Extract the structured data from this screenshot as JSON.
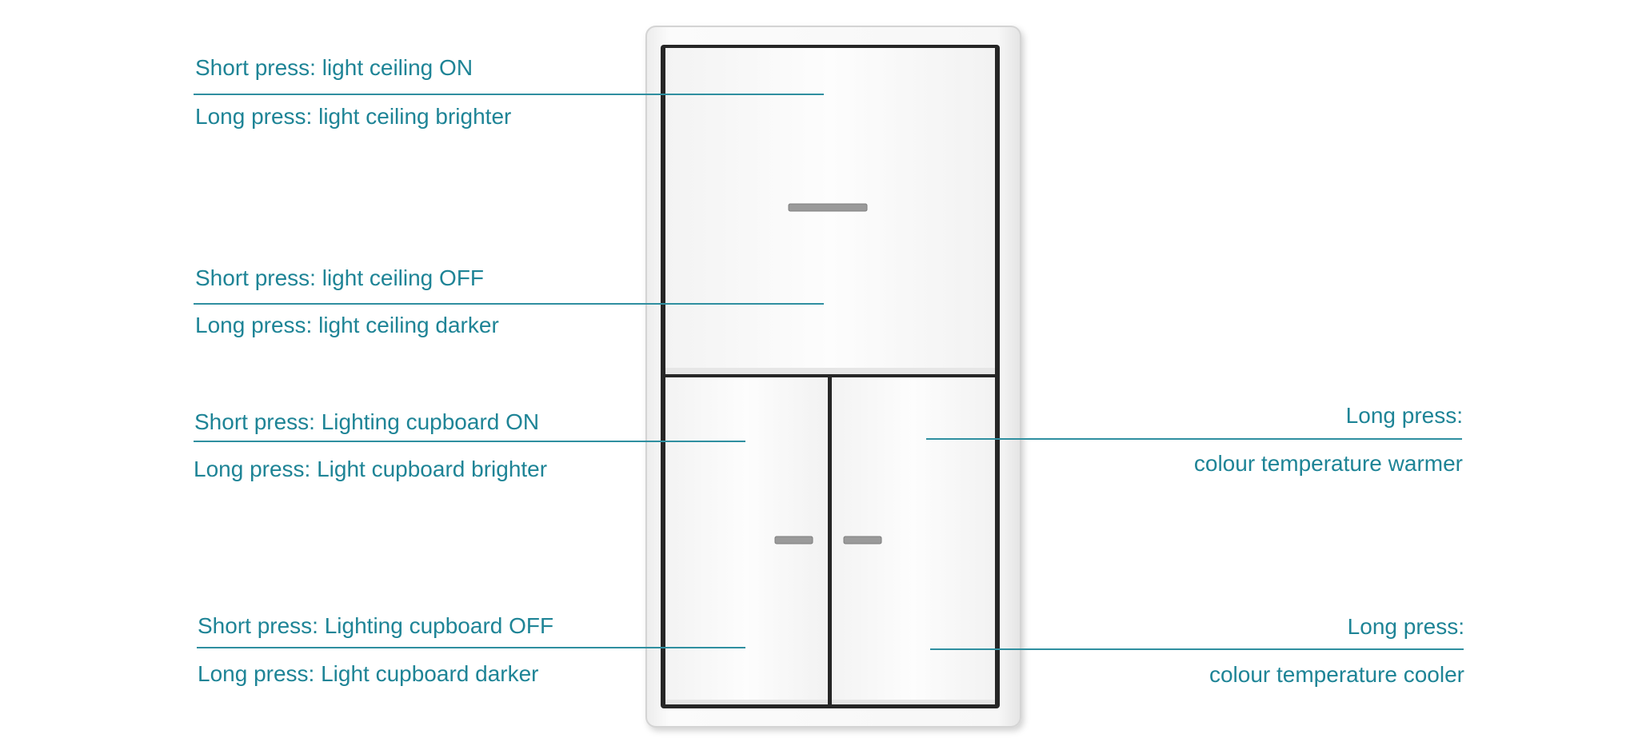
{
  "colors": {
    "label_text": "#1e8496",
    "leader_line": "#2f8fa0",
    "frame": "#f6f6f6",
    "rocker": "#fafafa",
    "indicator": "#9a9a9a"
  },
  "labels": {
    "upper_top": {
      "short": "Short press: light ceiling ON",
      "long": "Long press: light ceiling brighter"
    },
    "upper_bottom": {
      "short": "Short press: light ceiling OFF",
      "long": "Long press: light ceiling darker"
    },
    "left_top": {
      "short": "Short press: Lighting cupboard ON",
      "long": "Long press: Light cupboard brighter"
    },
    "left_bottom": {
      "short": "Short press: Lighting cupboard OFF",
      "long": "Long press: Light cupboard darker"
    },
    "right_top": {
      "line1": "Long press:",
      "line2": "colour temperature warmer"
    },
    "right_bottom": {
      "line1": "Long press:",
      "line2": "colour temperature cooler"
    }
  }
}
